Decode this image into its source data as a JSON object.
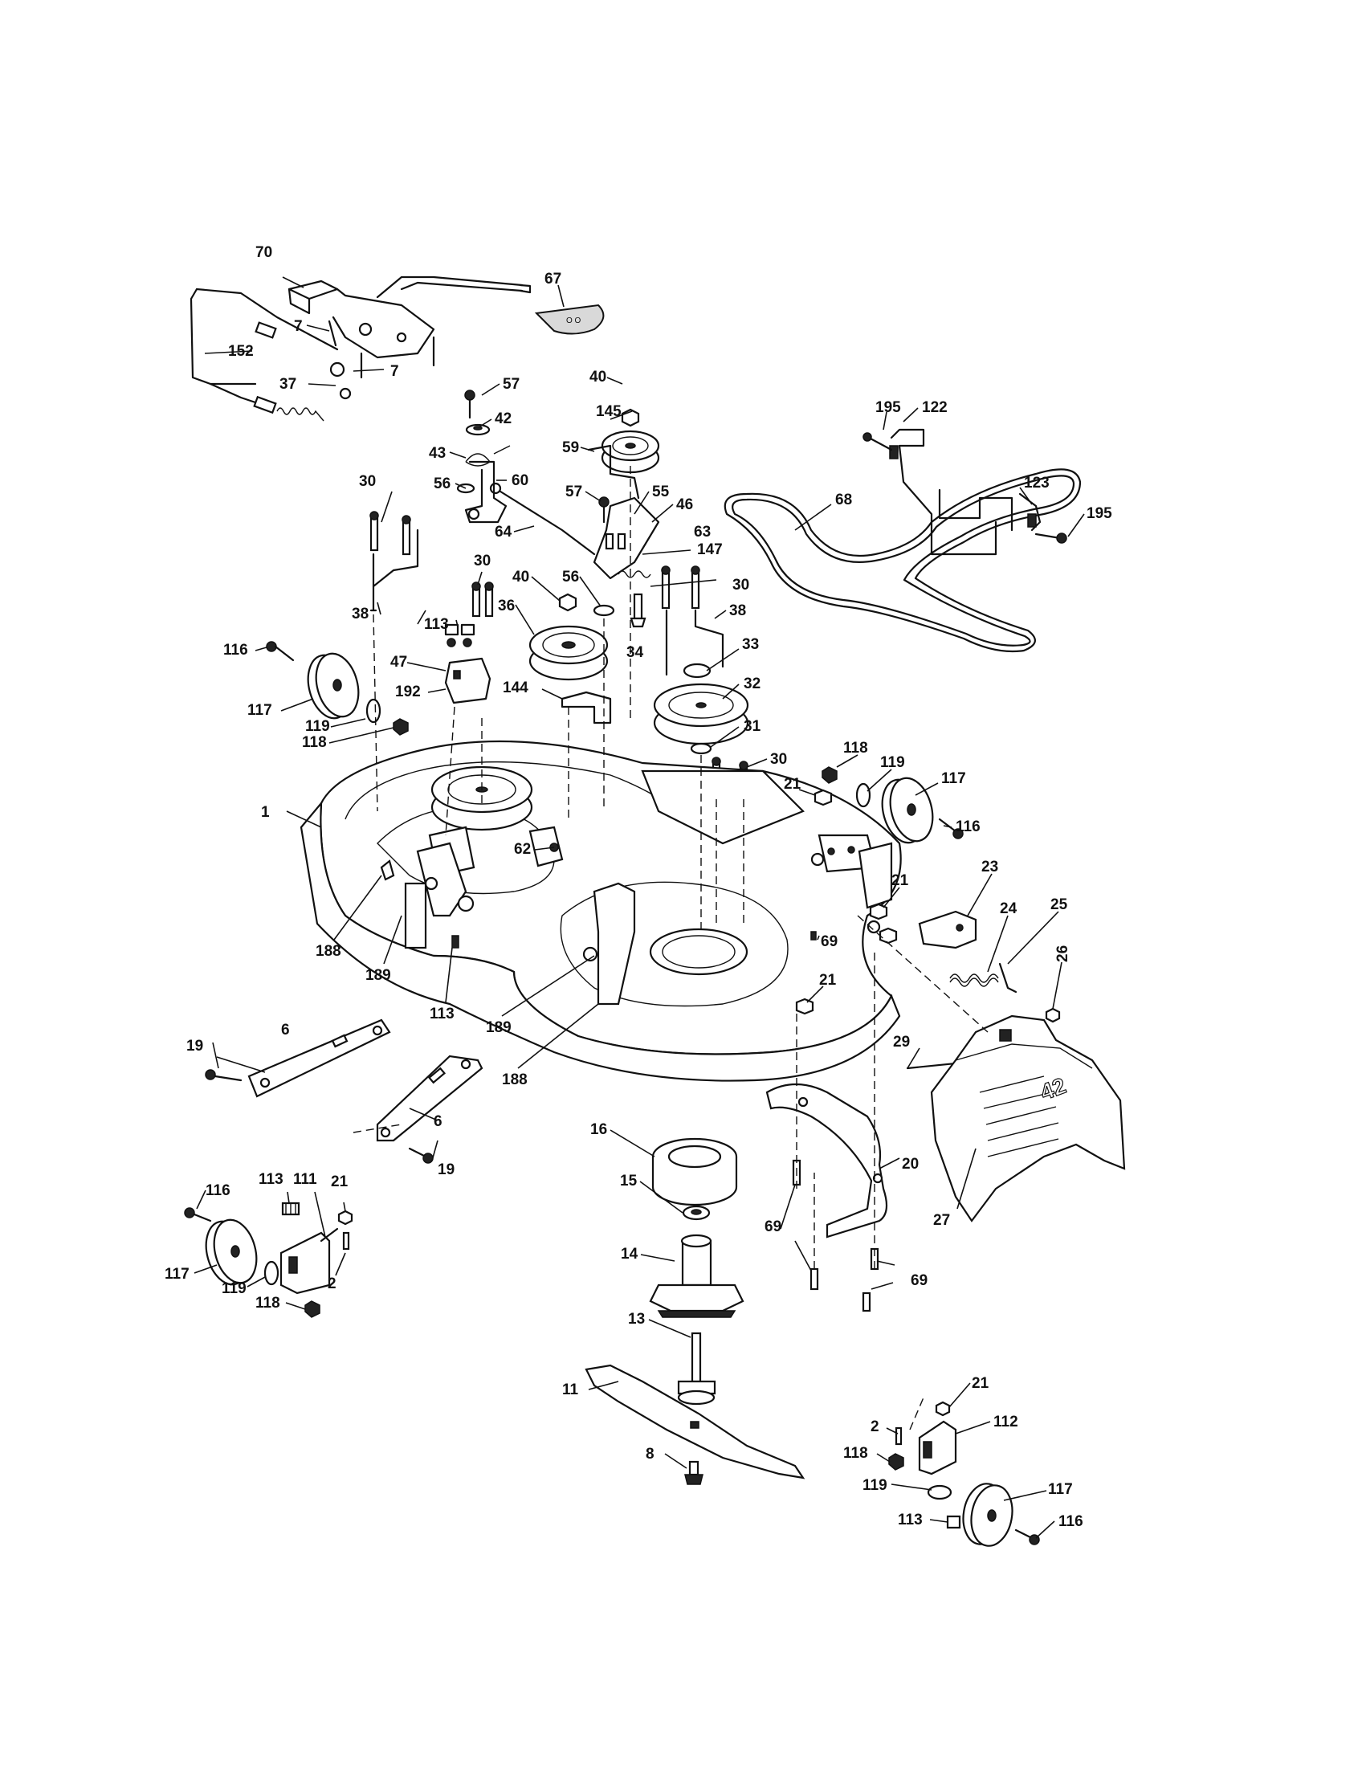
{
  "parts": [
    {
      "key": "p1",
      "num": "1"
    },
    {
      "key": "p2a",
      "num": "2"
    },
    {
      "key": "p2b",
      "num": "2"
    },
    {
      "key": "p6a",
      "num": "6"
    },
    {
      "key": "p6b",
      "num": "6"
    },
    {
      "key": "p7a",
      "num": "7"
    },
    {
      "key": "p7b",
      "num": "7"
    },
    {
      "key": "p8",
      "num": "8"
    },
    {
      "key": "p11",
      "num": "11"
    },
    {
      "key": "p13",
      "num": "13"
    },
    {
      "key": "p14",
      "num": "14"
    },
    {
      "key": "p15",
      "num": "15"
    },
    {
      "key": "p16",
      "num": "16"
    },
    {
      "key": "p19a",
      "num": "19"
    },
    {
      "key": "p19b",
      "num": "19"
    },
    {
      "key": "p20",
      "num": "20"
    },
    {
      "key": "p21a",
      "num": "21"
    },
    {
      "key": "p21b",
      "num": "21"
    },
    {
      "key": "p21c",
      "num": "21"
    },
    {
      "key": "p21d",
      "num": "21"
    },
    {
      "key": "p21e",
      "num": "21"
    },
    {
      "key": "p23",
      "num": "23"
    },
    {
      "key": "p24",
      "num": "24"
    },
    {
      "key": "p25",
      "num": "25"
    },
    {
      "key": "p26",
      "num": "26"
    },
    {
      "key": "p27",
      "num": "27"
    },
    {
      "key": "p29",
      "num": "29"
    },
    {
      "key": "p30a",
      "num": "30"
    },
    {
      "key": "p30b",
      "num": "30"
    },
    {
      "key": "p30c",
      "num": "30"
    },
    {
      "key": "p30d",
      "num": "30"
    },
    {
      "key": "p31",
      "num": "31"
    },
    {
      "key": "p32",
      "num": "32"
    },
    {
      "key": "p33",
      "num": "33"
    },
    {
      "key": "p34",
      "num": "34"
    },
    {
      "key": "p36",
      "num": "36"
    },
    {
      "key": "p37",
      "num": "37"
    },
    {
      "key": "p38a",
      "num": "38"
    },
    {
      "key": "p38b",
      "num": "38"
    },
    {
      "key": "p40a",
      "num": "40"
    },
    {
      "key": "p40b",
      "num": "40"
    },
    {
      "key": "p42",
      "num": "42"
    },
    {
      "key": "p43",
      "num": "43"
    },
    {
      "key": "p46",
      "num": "46"
    },
    {
      "key": "p47",
      "num": "47"
    },
    {
      "key": "p55",
      "num": "55"
    },
    {
      "key": "p56a",
      "num": "56"
    },
    {
      "key": "p56b",
      "num": "56"
    },
    {
      "key": "p57a",
      "num": "57"
    },
    {
      "key": "p57b",
      "num": "57"
    },
    {
      "key": "p59",
      "num": "59"
    },
    {
      "key": "p60",
      "num": "60"
    },
    {
      "key": "p62",
      "num": "62"
    },
    {
      "key": "p63",
      "num": "63"
    },
    {
      "key": "p64",
      "num": "64"
    },
    {
      "key": "p67",
      "num": "67"
    },
    {
      "key": "p68",
      "num": "68"
    },
    {
      "key": "p69a",
      "num": "69"
    },
    {
      "key": "p69b",
      "num": "69"
    },
    {
      "key": "p69c",
      "num": "69"
    },
    {
      "key": "p70",
      "num": "70"
    },
    {
      "key": "p111",
      "num": "111"
    },
    {
      "key": "p112",
      "num": "112"
    },
    {
      "key": "p113a",
      "num": "113"
    },
    {
      "key": "p113b",
      "num": "113"
    },
    {
      "key": "p113c",
      "num": "113"
    },
    {
      "key": "p113d",
      "num": "113"
    },
    {
      "key": "p116a",
      "num": "116"
    },
    {
      "key": "p116b",
      "num": "116"
    },
    {
      "key": "p116c",
      "num": "116"
    },
    {
      "key": "p116d",
      "num": "116"
    },
    {
      "key": "p117a",
      "num": "117"
    },
    {
      "key": "p117b",
      "num": "117"
    },
    {
      "key": "p117c",
      "num": "117"
    },
    {
      "key": "p117d",
      "num": "117"
    },
    {
      "key": "p118a",
      "num": "118"
    },
    {
      "key": "p118b",
      "num": "118"
    },
    {
      "key": "p118c",
      "num": "118"
    },
    {
      "key": "p118d",
      "num": "118"
    },
    {
      "key": "p119a",
      "num": "119"
    },
    {
      "key": "p119b",
      "num": "119"
    },
    {
      "key": "p119c",
      "num": "119"
    },
    {
      "key": "p119d",
      "num": "119"
    },
    {
      "key": "p122",
      "num": "122"
    },
    {
      "key": "p123",
      "num": "123"
    },
    {
      "key": "p144",
      "num": "144"
    },
    {
      "key": "p145",
      "num": "145"
    },
    {
      "key": "p147",
      "num": "147"
    },
    {
      "key": "p152",
      "num": "152"
    },
    {
      "key": "p188a",
      "num": "188"
    },
    {
      "key": "p188b",
      "num": "188"
    },
    {
      "key": "p189a",
      "num": "189"
    },
    {
      "key": "p189b",
      "num": "189"
    },
    {
      "key": "p192",
      "num": "192"
    },
    {
      "key": "p195a",
      "num": "195"
    },
    {
      "key": "p195b",
      "num": "195"
    }
  ],
  "chute_marking": "42"
}
